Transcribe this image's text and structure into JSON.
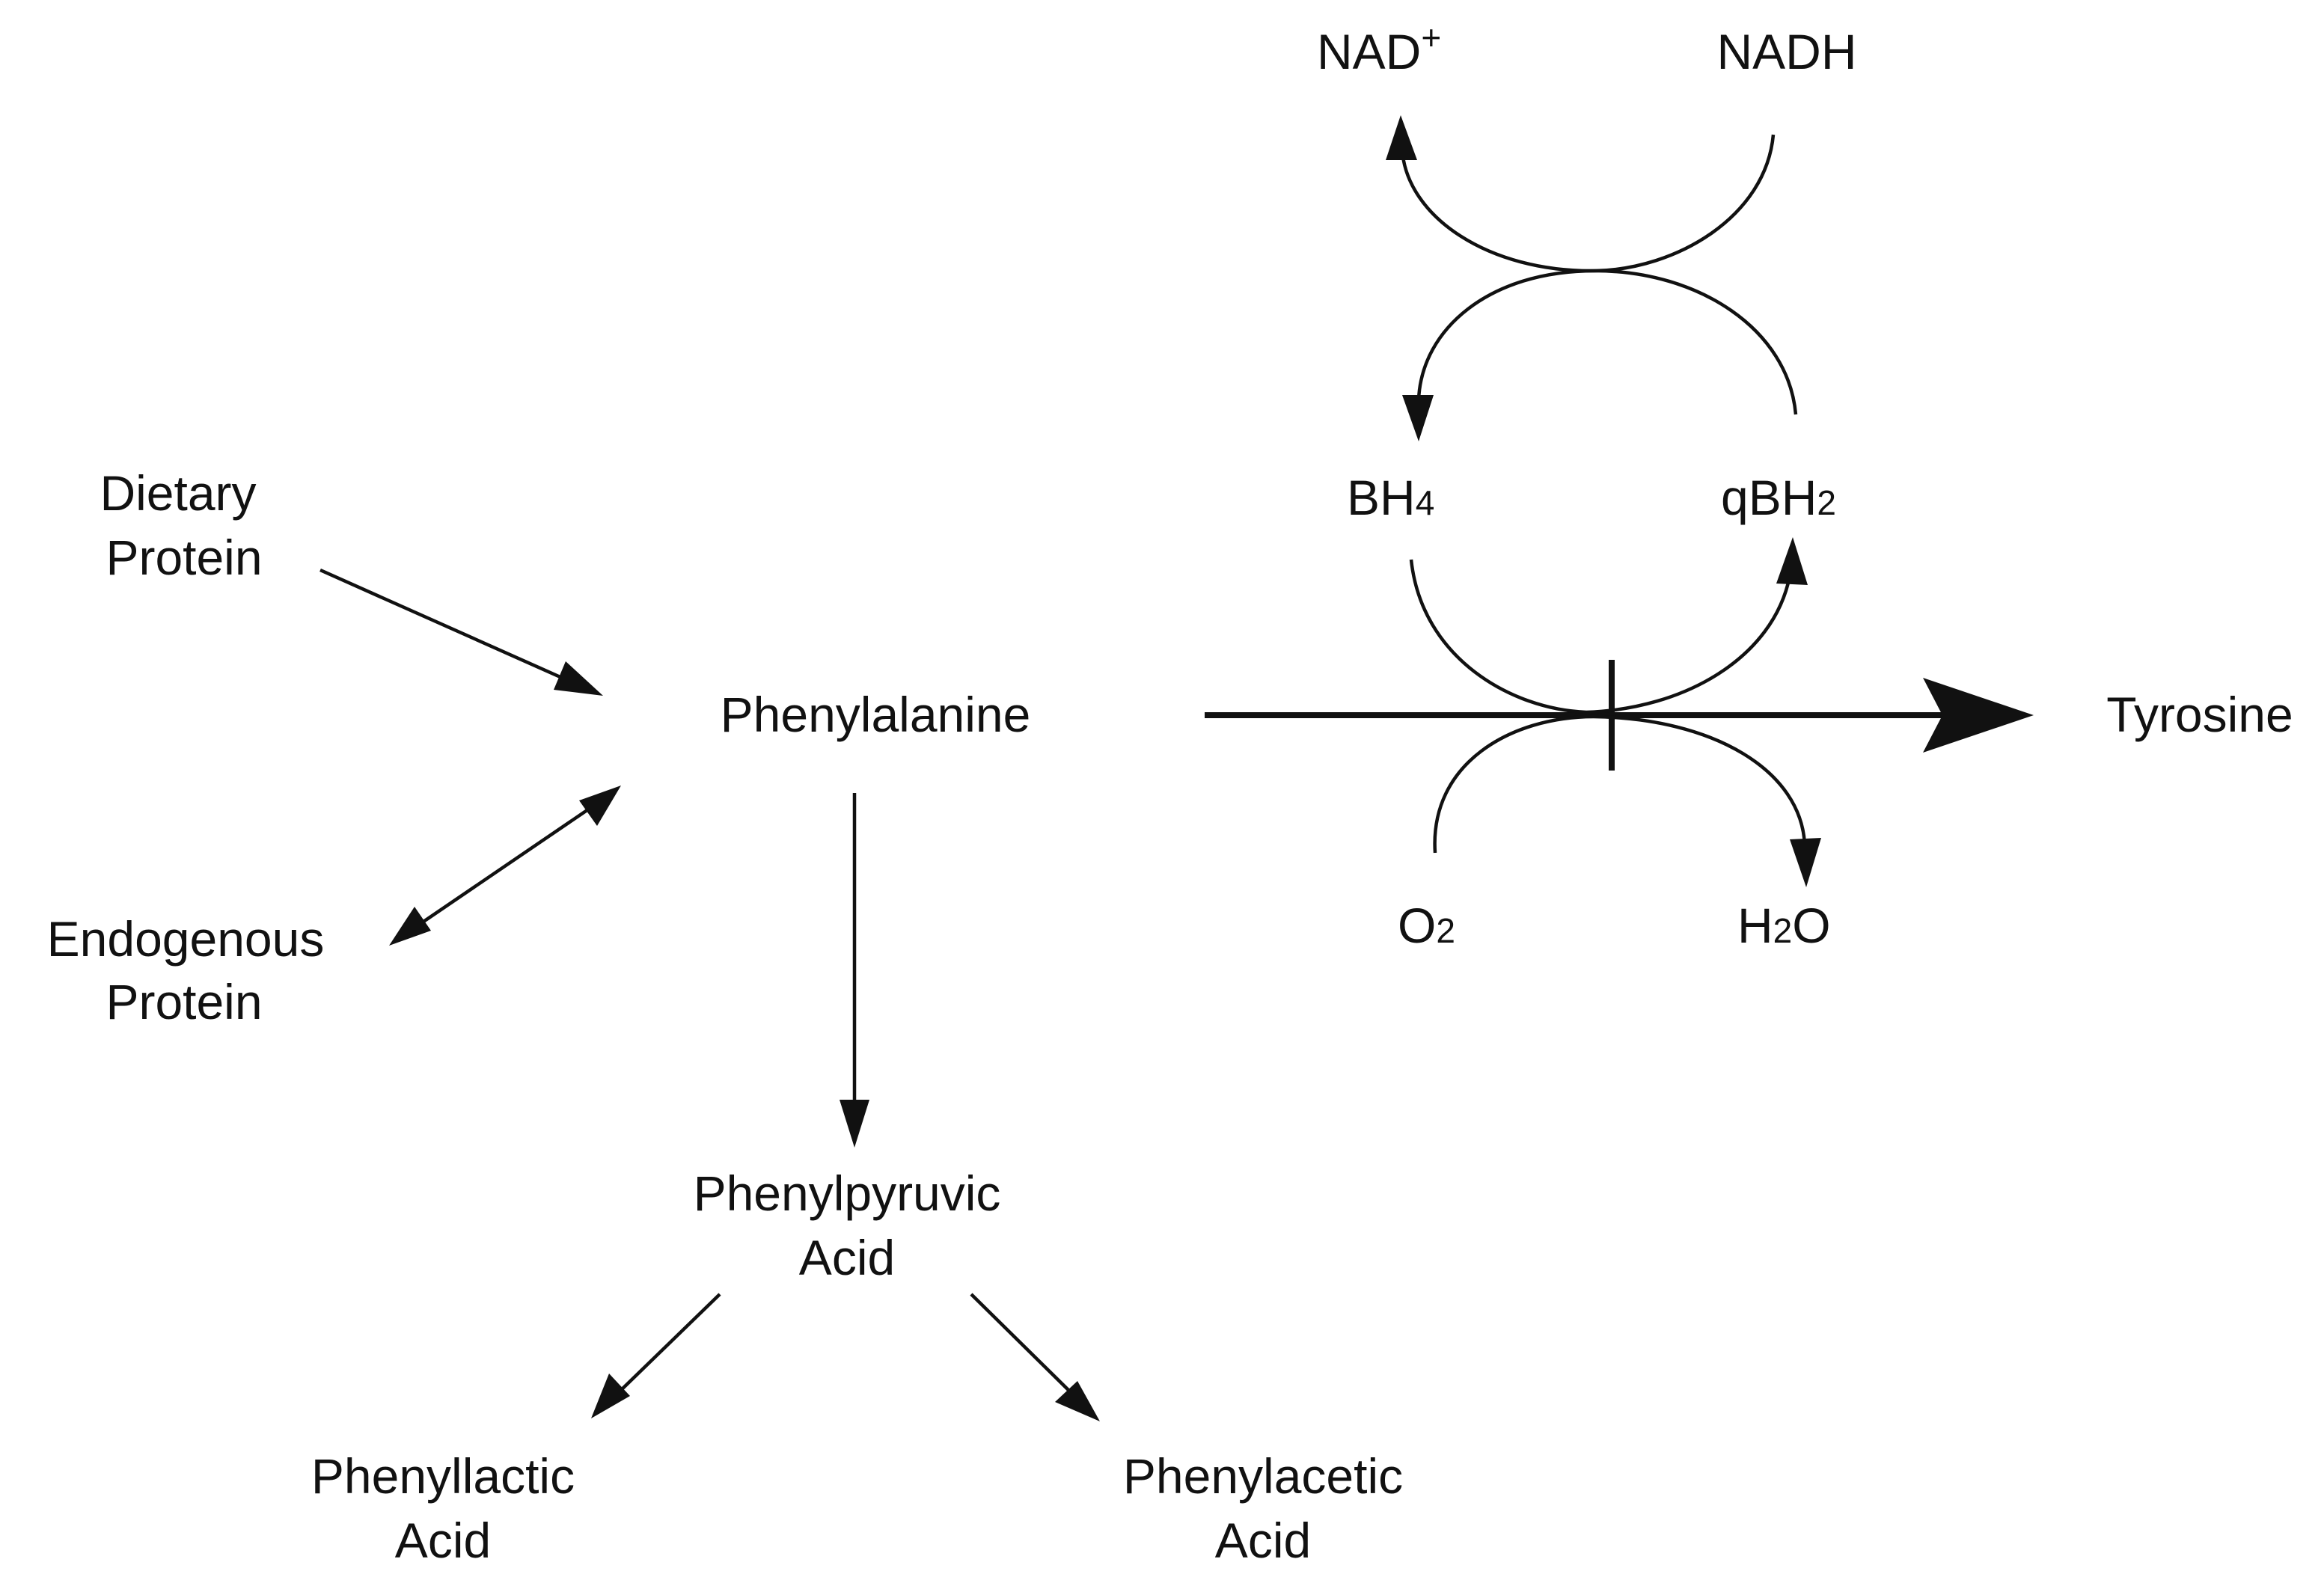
{
  "nodes": {
    "dietary_protein": {
      "line1": "Dietary",
      "line2": "Protein"
    },
    "endogenous_protein": {
      "line1": "Endogenous",
      "line2": "Protein"
    },
    "phenylalanine": {
      "label": "Phenylalanine"
    },
    "tyrosine": {
      "label": "Tyrosine"
    },
    "phenylpyruvic_acid": {
      "line1": "Phenylpyruvic",
      "line2": "Acid"
    },
    "phenyllactic_acid": {
      "line1": "Phenyllactic",
      "line2": "Acid"
    },
    "phenylacetic_acid": {
      "line1": "Phenylacetic",
      "line2": "Acid"
    },
    "nad_plus": {
      "base": "NAD",
      "sup": "+"
    },
    "nadh": {
      "label": "NADH"
    },
    "bh4": {
      "base": "BH",
      "sub": "4"
    },
    "qbh2": {
      "base": "qBH",
      "sub": "2"
    },
    "o2": {
      "base": "O",
      "sub": "2"
    },
    "h2o": {
      "base": "H",
      "sub": "2",
      "tail": "O"
    }
  },
  "edges": [
    {
      "from": "dietary_protein",
      "to": "phenylalanine",
      "type": "single-arrow"
    },
    {
      "from": "endogenous_protein",
      "to": "phenylalanine",
      "type": "double-arrow"
    },
    {
      "from": "phenylalanine",
      "to": "tyrosine",
      "type": "blocked-arrow"
    },
    {
      "from": "phenylalanine",
      "to": "phenylpyruvic_acid",
      "type": "single-arrow"
    },
    {
      "from": "phenylpyruvic_acid",
      "to": "phenyllactic_acid",
      "type": "single-arrow"
    },
    {
      "from": "phenylpyruvic_acid",
      "to": "phenylacetic_acid",
      "type": "single-arrow"
    },
    {
      "from": "bh4",
      "to": "qbh2",
      "type": "cofactor-curve"
    },
    {
      "from": "o2",
      "to": "h2o",
      "type": "cofactor-curve"
    },
    {
      "from": "nadh",
      "to": "nad_plus",
      "type": "cofactor-curve"
    },
    {
      "from": "qbh2",
      "to": "bh4",
      "type": "cofactor-curve"
    }
  ]
}
